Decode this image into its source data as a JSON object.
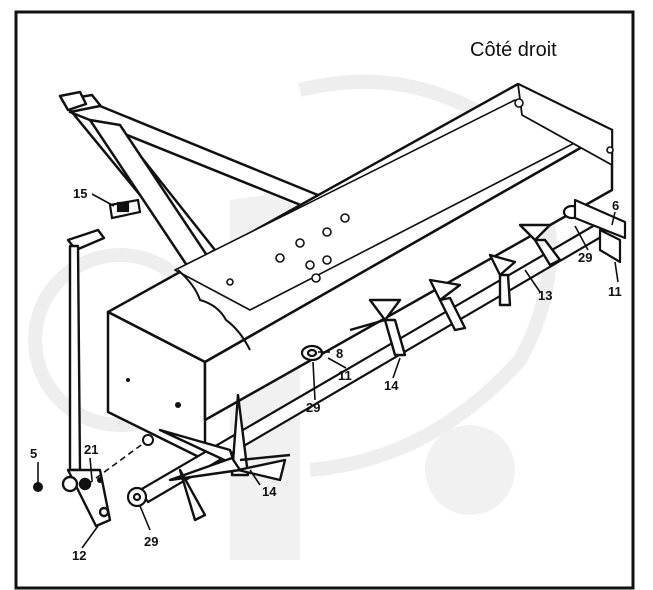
{
  "title": "Côté droit",
  "labels": {
    "l15": "15",
    "l6": "6",
    "l29a": "29",
    "l11a": "11",
    "l13": "13",
    "l8": "8",
    "l11b": "11",
    "l14a": "14",
    "l29b": "29",
    "l5": "5",
    "l21": "21",
    "l14b": "14",
    "l29c": "29",
    "l12": "12"
  },
  "colors": {
    "ink": "#111111",
    "paper": "#ffffff",
    "watermark": "#ededed"
  }
}
